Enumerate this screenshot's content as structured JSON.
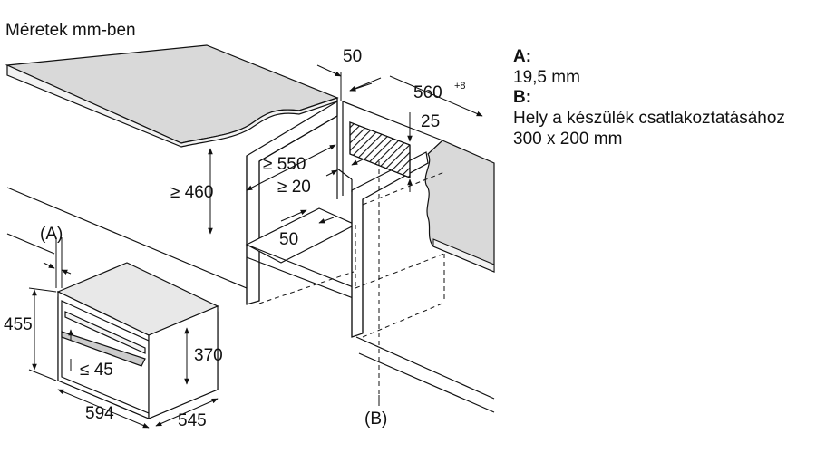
{
  "title": "Méretek mm-ben",
  "legend": [
    {
      "key": "A:",
      "text": "19,5 mm"
    },
    {
      "key": "B:",
      "text": "Hely a készülék csatlakoztatásához 300 x 200 mm"
    }
  ],
  "dimensions": {
    "top_gap": "50",
    "niche_depth": "560",
    "niche_depth_tol": "+8",
    "vent_height": "25",
    "niche_width_min": "≥ 550",
    "niche_height_min": "≥ 460",
    "clearance_min": "≥ 20",
    "shelf_depth": "50",
    "appliance_height": "455",
    "door_height": "370",
    "handle_gap": "≤ 45",
    "appliance_width": "594",
    "appliance_depth": "545"
  },
  "callouts": {
    "a": "(A)",
    "b": "(B)"
  }
}
